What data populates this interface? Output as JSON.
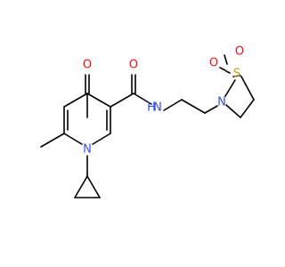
{
  "atoms": {
    "ketone_o": {
      "label": "O",
      "color": "#ff0d0d"
    },
    "amide_o": {
      "label": "O",
      "color": "#ff0d0d"
    },
    "amide_nh": {
      "label": "H",
      "n_label": "N",
      "color": "#3050f8"
    },
    "ring_n": {
      "label": "N",
      "color": "#3050f8"
    },
    "sulfonyl_s": {
      "label": "S",
      "color": "#c8a000"
    },
    "sulfonyl_o1": {
      "label": "O",
      "color": "#ff0d0d"
    },
    "sulfonyl_o2": {
      "label": "O",
      "color": "#ff0d0d"
    },
    "sultam_n": {
      "label": "N",
      "color": "#3050f8"
    }
  },
  "bond_color": "#000000"
}
